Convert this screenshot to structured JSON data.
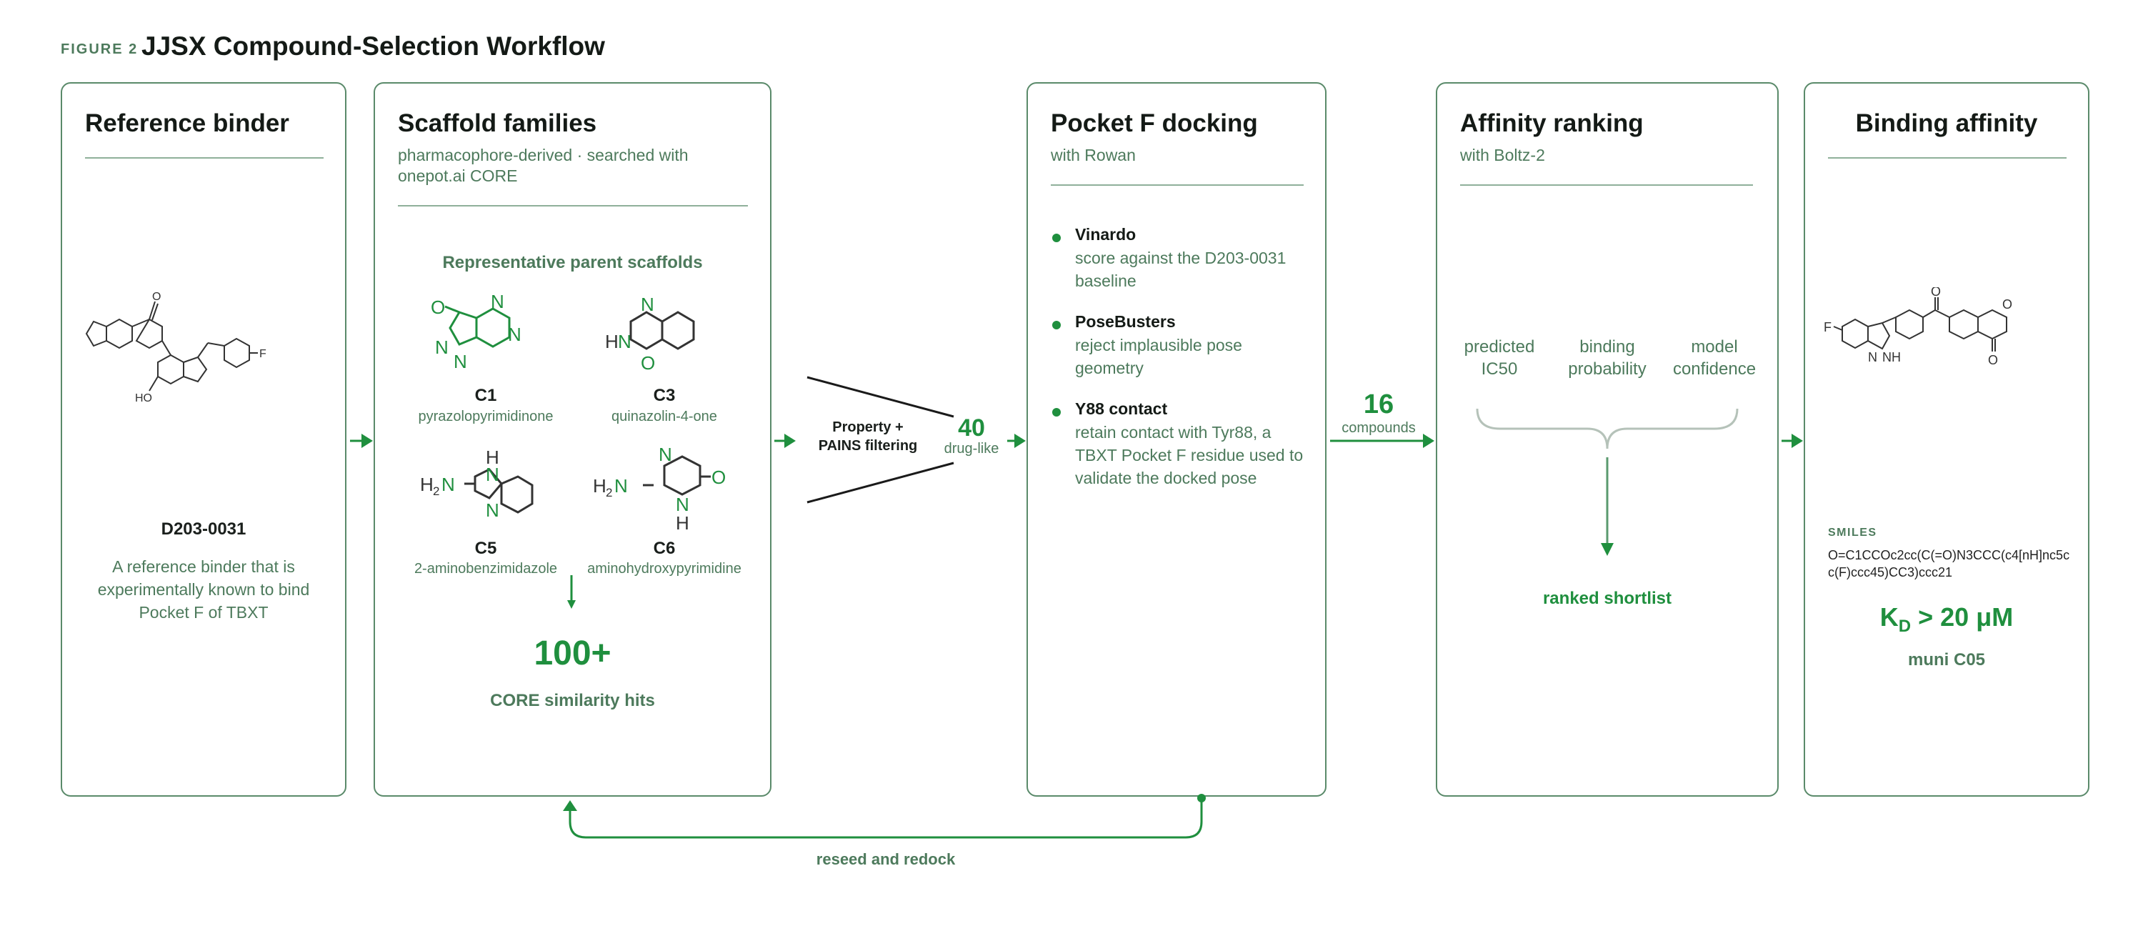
{
  "figure": {
    "label": "FIGURE 2",
    "title": "JJSX Compound-Selection Workflow"
  },
  "colors": {
    "accent": "#1f8f3e",
    "muted_text": "#4d7a5c",
    "border": "#5a8a6a"
  },
  "panel1": {
    "title": "Reference binder",
    "molecule_labels": {
      "hydroxyl": "HO",
      "fluorine": "F",
      "carbonyl": "O"
    },
    "compound_id": "D203-0031",
    "description": "A reference binder that is experimentally known to bind Pocket F of TBXT"
  },
  "panel2": {
    "title": "Scaffold families",
    "subtitle": "pharmacophore-derived · searched with onepot.ai CORE",
    "section_label": "Representative parent scaffolds",
    "scaffolds": [
      {
        "id": "C1",
        "name": "pyrazolopyrimidinone"
      },
      {
        "id": "C3",
        "name": "quinazolin-4-one"
      },
      {
        "id": "C5",
        "name": "2-aminobenzimidazole"
      },
      {
        "id": "C6",
        "name": "aminohydroxypyrimidine"
      }
    ],
    "hits_count": "100+",
    "hits_label": "CORE similarity hits"
  },
  "filter": {
    "label": "Property + PAINS filtering",
    "count": "40",
    "count_label": "drug-like"
  },
  "panel3": {
    "title": "Pocket F docking",
    "subtitle": "with Rowan",
    "steps": [
      {
        "title": "Vinardo",
        "desc": "score against the D203-0031 baseline"
      },
      {
        "title": "PoseBusters",
        "desc": "reject implausible pose geometry"
      },
      {
        "title": "Y88 contact",
        "desc": "retain contact with Tyr88, a TBXT Pocket F residue used to validate the docked pose"
      }
    ]
  },
  "transfer": {
    "count": "16",
    "label": "compounds"
  },
  "loop": {
    "label": "reseed and redock"
  },
  "panel4": {
    "title": "Affinity ranking",
    "subtitle": "with Boltz-2",
    "metrics": [
      "predicted IC50",
      "binding probability",
      "model confidence"
    ],
    "result": "ranked shortlist"
  },
  "panel5": {
    "title": "Binding affinity",
    "molecule_labels": {
      "fluorine": "F",
      "nh": "NH",
      "n": "N",
      "o1": "O",
      "o2": "O",
      "o3": "O"
    },
    "smiles_label": "SMILES",
    "smiles": "O=C1CCOc2cc(C(=O)N3CCC(c4[nH]nc5cc(F)ccc45)CC3)ccc21",
    "kd_symbol": "K",
    "kd_sub": "D",
    "kd_value": "> 20 μM",
    "compound_name": "muni C05"
  }
}
